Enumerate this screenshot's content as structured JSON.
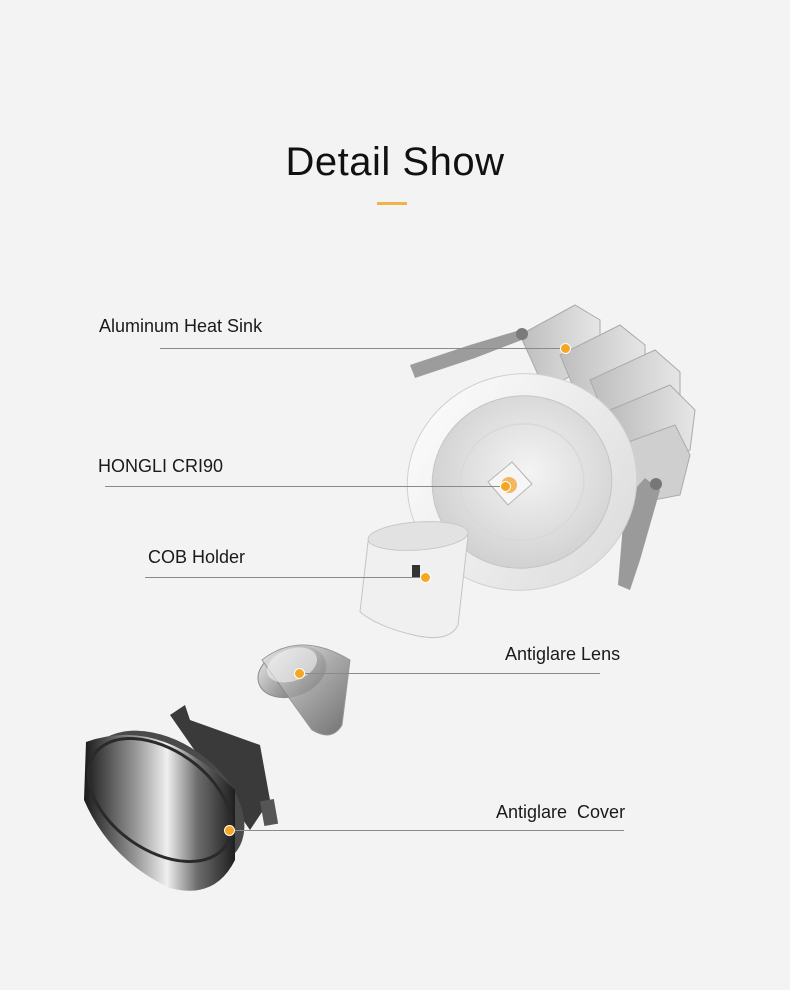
{
  "page": {
    "title": "Detail Show",
    "accent_color": "#f0b24a"
  },
  "callouts": [
    {
      "label": "Aluminum Heat Sink"
    },
    {
      "label": "HONGLI CRI90"
    },
    {
      "label": "COB Holder"
    },
    {
      "label": "Antiglare Lens"
    },
    {
      "label": "Antiglare  Cover"
    }
  ],
  "colors": {
    "background": "#f3f3f3",
    "dot": "#f5a623",
    "leader_line": "#8a8a8a"
  }
}
